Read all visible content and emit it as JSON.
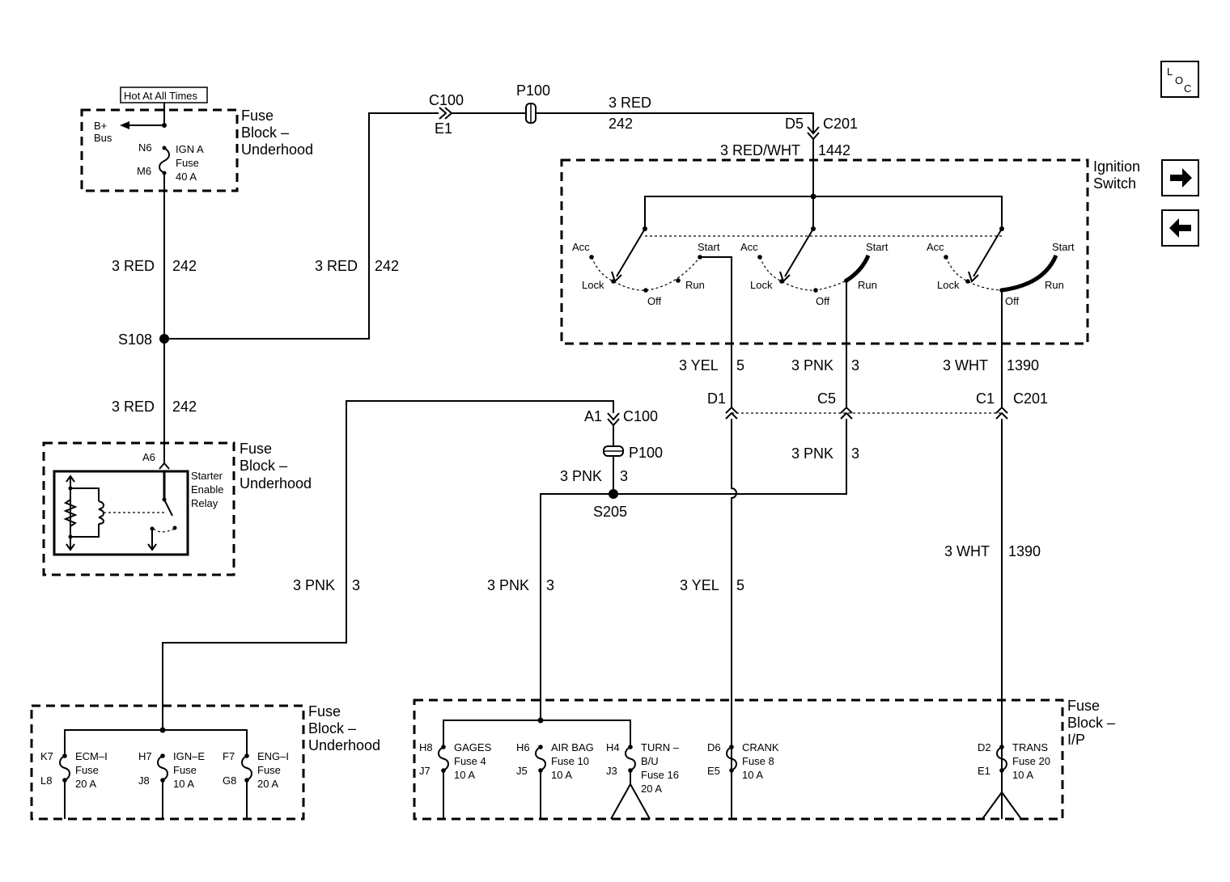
{
  "nav": {
    "loc": [
      "L",
      "O",
      "C"
    ],
    "next_icon": "arrow-right-icon",
    "prev_icon": "arrow-left-icon"
  },
  "hot": "Hot At All Times",
  "fb_top": {
    "title": [
      "Fuse",
      "Block –",
      "Underhood"
    ],
    "bplus": [
      "B+",
      "Bus"
    ],
    "pins": [
      "N6",
      "M6"
    ],
    "fuse": [
      "IGN A",
      "Fuse",
      "40 A"
    ]
  },
  "wires": {
    "red_left": [
      "3 RED",
      "242"
    ],
    "red_mid": [
      "3 RED",
      "242"
    ],
    "red_lower": [
      "3 RED",
      "242"
    ],
    "red_top": [
      "3 RED",
      "242"
    ],
    "redwht": "3 RED/WHT",
    "redwht_num": "1442",
    "yel_top": [
      "3 YEL",
      "5"
    ],
    "pnk_top": [
      "3 PNK",
      "3"
    ],
    "wht_top": [
      "3 WHT",
      "1390"
    ],
    "pnk_mid": [
      "3 PNK",
      "3"
    ],
    "pnk_s205": [
      "3 PNK",
      "3"
    ],
    "pnk_left": [
      "3 PNK",
      "3"
    ],
    "pnk_low": [
      "3 PNK",
      "3"
    ],
    "yel_low": [
      "3 YEL",
      "5"
    ],
    "wht_low": [
      "3 WHT",
      "1390"
    ]
  },
  "splices": {
    "s108": "S108",
    "s205": "S205"
  },
  "conn": {
    "c100_top": "C100",
    "e1": "E1",
    "p100_top": "P100",
    "d5": "D5",
    "c201_top": "C201",
    "a1": "A1",
    "c100_mid": "C100",
    "p100_mid": "P100",
    "d1": "D1",
    "c5": "C5",
    "c1": "C1",
    "c201_mid": "C201"
  },
  "ign": {
    "title": [
      "Ignition",
      "Switch"
    ],
    "positions": [
      "Acc",
      "Lock",
      "Off",
      "Run",
      "Start"
    ]
  },
  "fb_relay": {
    "title": [
      "Fuse",
      "Block –",
      "Underhood"
    ],
    "pin": "A6",
    "relay": [
      "Starter",
      "Enable",
      "Relay"
    ]
  },
  "fb_bl": {
    "title": [
      "Fuse",
      "Block –",
      "Underhood"
    ],
    "fuses": [
      {
        "top": "K7",
        "bot": "L8",
        "t": [
          "ECM–I",
          "Fuse",
          "20 A"
        ]
      },
      {
        "top": "H7",
        "bot": "J8",
        "t": [
          "IGN–E",
          "Fuse",
          "10 A"
        ]
      },
      {
        "top": "F7",
        "bot": "G8",
        "t": [
          "ENG–I",
          "Fuse",
          "20 A"
        ]
      }
    ]
  },
  "fb_ip": {
    "title": [
      "Fuse",
      "Block –",
      "I/P"
    ],
    "fuses": [
      {
        "top": "H8",
        "bot": "J7",
        "t": [
          "GAGES",
          "Fuse 4",
          "10 A"
        ]
      },
      {
        "top": "H6",
        "bot": "J5",
        "t": [
          "AIR BAG",
          "Fuse 10",
          "10 A"
        ]
      },
      {
        "top": "H4",
        "bot": "J3",
        "t": [
          "TURN –",
          "B/U",
          "Fuse 16",
          "20 A"
        ]
      },
      {
        "top": "D6",
        "bot": "E5",
        "t": [
          "CRANK",
          "Fuse 8",
          "10 A"
        ]
      },
      {
        "top": "D2",
        "bot": "E1",
        "t": [
          "TRANS",
          "Fuse 20",
          "10 A"
        ]
      }
    ]
  }
}
